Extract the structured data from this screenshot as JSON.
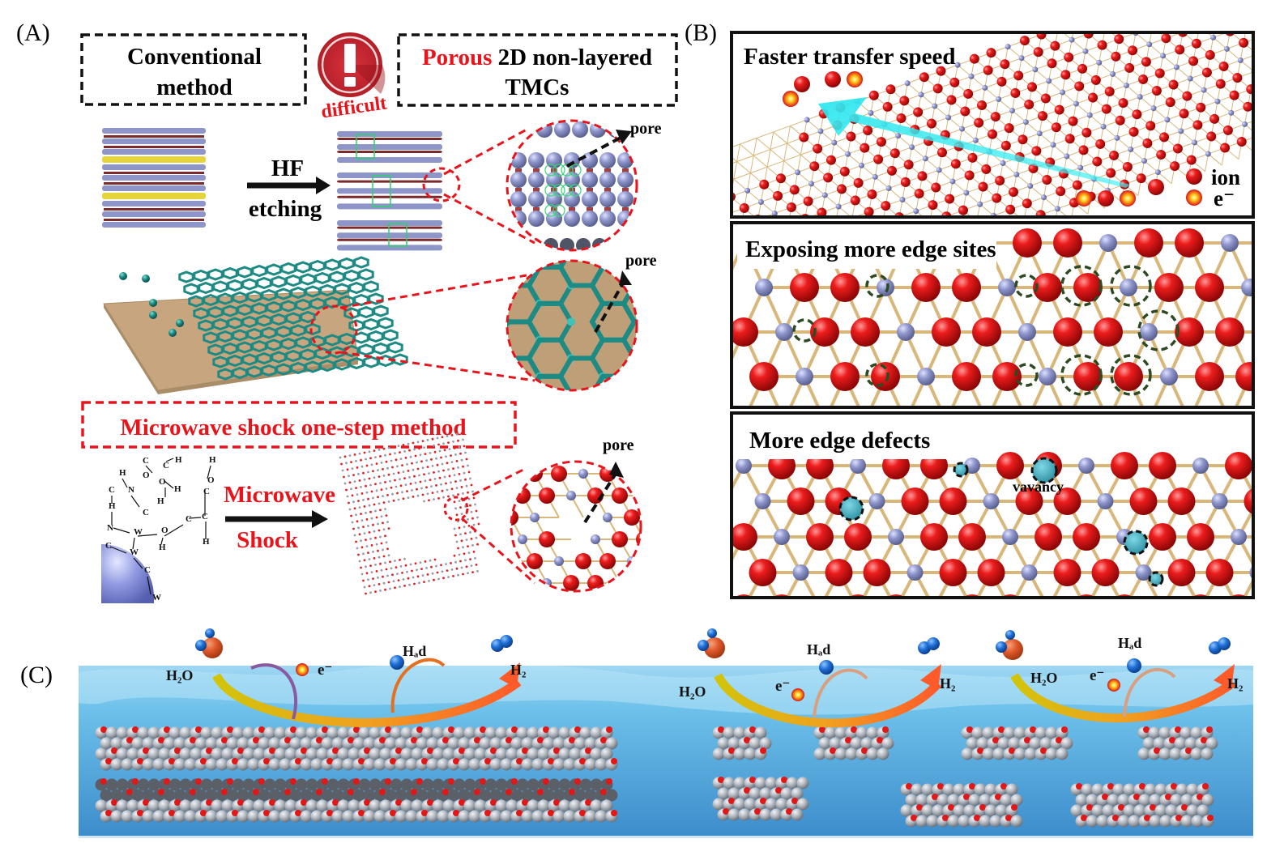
{
  "figure": {
    "panels": {
      "A": {
        "label": "(A)",
        "conventional_box": {
          "line1": "Conventional",
          "line2": "method"
        },
        "warning_badge": {
          "icon": "exclamation-icon",
          "label": "difficult"
        },
        "target_box": {
          "line1_red": "Porous",
          "line1_black": " 2D non-layered",
          "line2": "TMCs"
        },
        "etching_step": {
          "reagent": "HF",
          "process": "etching"
        },
        "pore_labels": [
          "pore",
          "pore",
          "pore"
        ],
        "microwave_box": {
          "label": "Microwave shock  one-step method"
        },
        "microwave_step": {
          "line1": "Microwave",
          "line2": "Shock"
        },
        "molecule_atoms": [
          "C",
          "H",
          "O",
          "N",
          "C",
          "C",
          "H",
          "H",
          "O",
          "H",
          "H",
          "C",
          "C",
          "N",
          "W",
          "O",
          "H",
          "C",
          "W",
          "H",
          "C",
          "W"
        ]
      },
      "B": {
        "label": "(B)",
        "sub_panels": [
          {
            "title": "Faster transfer speed",
            "legend": [
              {
                "symbol": "ion-sphere",
                "label": "ion"
              },
              {
                "symbol": "electron-sphere",
                "label": "e⁻"
              }
            ]
          },
          {
            "title": "Exposing more edge sites"
          },
          {
            "title": "More edge defects",
            "annotation": "vavancy"
          }
        ]
      },
      "C": {
        "label": "(C)",
        "scenes": [
          {
            "h2o": "H₂O",
            "electron": "e⁻",
            "hads": "Hₐd",
            "h2": "H₂"
          },
          {
            "h2o": "H₂O",
            "electron": "e⁻",
            "hads": "Hₐd",
            "h2": "H₂"
          },
          {
            "h2o": "H₂O",
            "electron": "e⁻",
            "hads": "Hₐd",
            "h2": "H₂"
          }
        ]
      }
    },
    "colors": {
      "accent_red": "#e8141b",
      "text_black": "#111111",
      "metal_atom": "#8e95c8",
      "chalcogen_atom": "#e01818",
      "bond": "#d9b77a",
      "water_top": "#8fd0ef",
      "water_bottom": "#3f8fcc",
      "hydrogen_blue": "#1e6fd6",
      "oxygen_orange": "#e0582a",
      "substrate": "#c7a57e",
      "carbon_teal": "#1d8a83",
      "arrow_cyan": "#3ff0f4",
      "edge_ring_green": "#2e4a22"
    }
  }
}
